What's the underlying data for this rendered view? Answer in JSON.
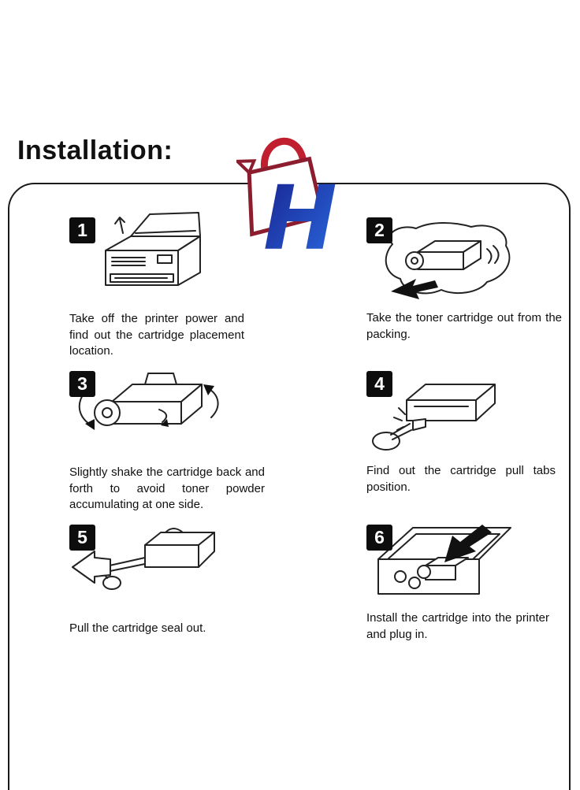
{
  "page": {
    "title": "Installation:"
  },
  "logo": {
    "letter": "H",
    "bag_color": "#8C1D2E",
    "handle_color": "#C01F2F",
    "letter_color_top": "#18218F",
    "letter_color_bottom": "#2A6BE0"
  },
  "colors": {
    "ink": "#111111",
    "panel_border": "#1b1b1b"
  },
  "steps": [
    {
      "number": "1",
      "illustration": "printer-open-lid",
      "caption": "Take off the printer power and find out the cartridge placement location."
    },
    {
      "number": "2",
      "illustration": "cartridge-unpacking",
      "caption": "Take the toner cartridge out from the packing."
    },
    {
      "number": "3",
      "illustration": "cartridge-shake",
      "caption": "Slightly shake the cartridge back and forth to avoid toner powder accumulating at one side."
    },
    {
      "number": "4",
      "illustration": "cartridge-pull-tabs",
      "caption": "Find out the cartridge pull tabs position."
    },
    {
      "number": "5",
      "illustration": "cartridge-seal-pull",
      "caption": "Pull the cartridge seal out."
    },
    {
      "number": "6",
      "illustration": "cartridge-install",
      "caption": "Install the cartridge into the printer and plug in."
    }
  ]
}
